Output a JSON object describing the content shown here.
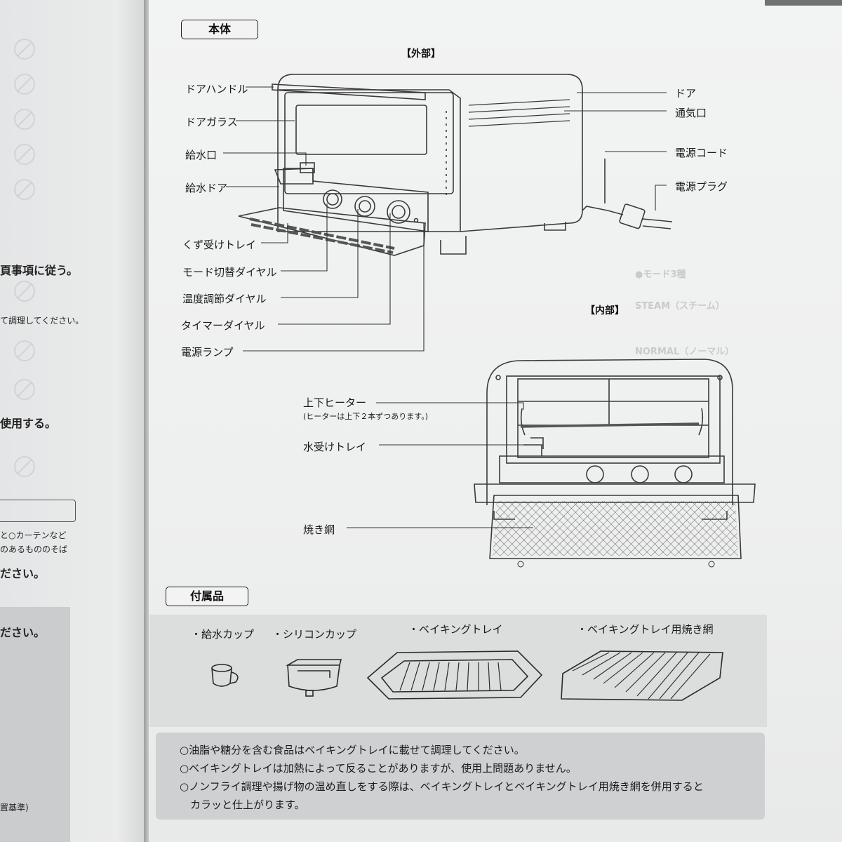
{
  "left_page": {
    "lines": [
      "頁事項に従う。",
      "て調理してください。",
      "使用する。",
      "と○カーテンなど",
      "のあるもののそば",
      "ださい。",
      "ださい。",
      "置基準)"
    ]
  },
  "main": {
    "section_body": "本体",
    "section_accessories": "付属品",
    "exterior_header": "【外部】",
    "interior_header": "【内部】",
    "exterior_labels": {
      "door_handle": "ドアハンドル",
      "door_glass": "ドアガラス",
      "water_inlet": "給水口",
      "water_door": "給水ドア",
      "crumb_tray": "くず受けトレイ",
      "mode_dial": "モード切替ダイヤル",
      "temp_dial": "温度調節ダイヤル",
      "timer_dial": "タイマーダイヤル",
      "power_lamp": "電源ランプ",
      "door": "ドア",
      "vent": "通気口",
      "power_cord": "電源コード",
      "power_plug": "電源プラグ"
    },
    "interior_labels": {
      "heater": "上下ヒーター",
      "heater_note": "(ヒーターは上下２本ずつあります。)",
      "water_tray": "水受けトレイ",
      "grill_net": "焼き網"
    },
    "accessories": [
      "・給水カップ",
      "・シリコンカップ",
      "・ベイキングトレイ",
      "・ベイキングトレイ用焼き網"
    ],
    "notes": [
      "○油脂や糖分を含む食品はベイキングトレイに載せて調理してください。",
      "○ベイキングトレイは加熱によって反ることがありますが、使用上問題ありません。",
      "○ノンフライ調理や揚げ物の温め直しをする際は、ベイキングトレイとベイキングトレイ用焼き網を併用すると",
      "　カラッと仕上がります。"
    ]
  }
}
